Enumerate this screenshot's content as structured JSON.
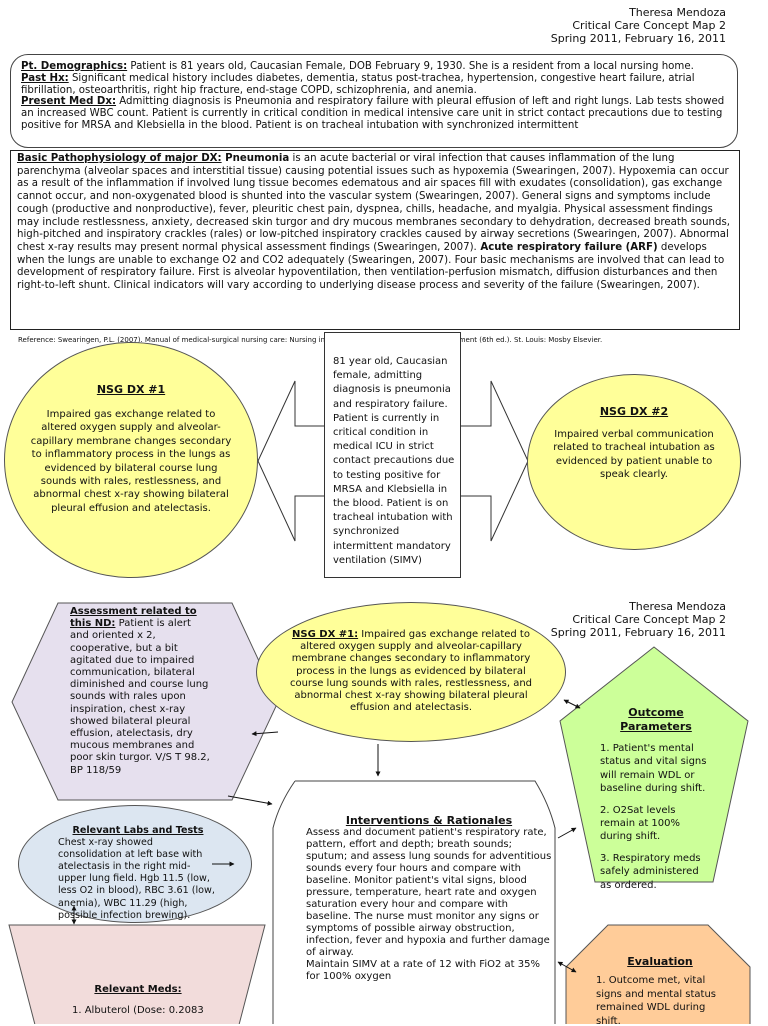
{
  "header_top": {
    "name": "Theresa Mendoza",
    "course": "Critical Care Concept Map 2",
    "term": "Spring 2011, February 16, 2011"
  },
  "header_bottom": {
    "name": "Theresa Mendoza",
    "course": "Critical Care Concept Map 2",
    "term": "Spring 2011, February 16, 2011"
  },
  "demographics": {
    "demo_label": "Pt. Demographics:",
    "demo_text": " Patient is 81 years old, Caucasian Female, DOB February 9, 1930.  She is a resident from a local nursing home.",
    "pasthx_label": "Past Hx:",
    "pasthx_text": " Significant medical history includes diabetes, dementia, status post-trachea, hypertension, congestive heart failure, atrial fibrillation, osteoarthritis, right hip fracture, end-stage COPD, schizophrenia, and anemia.",
    "presentdx_label": "Present Med Dx:",
    "presentdx_text": " Admitting diagnosis is Pneumonia and respiratory failure with pleural effusion of left and right lungs.  Lab tests showed an increased WBC count.  Patient is currently in critical condition in medical intensive care unit in strict contact precautions due to testing positive for MRSA and Klebsiella in the blood.  Patient is on tracheal intubation with synchronized intermittent"
  },
  "pathophysiology": {
    "label": "Basic Pathophysiology of major DX:",
    "pneumonia": " Pneumonia",
    "text1": " is an acute bacterial or viral infection that causes inflammation of the lung parenchyma (alveolar spaces and interstitial tissue) causing potential issues such as hypoxemia (Swearingen, 2007).  Hypoxemia can occur as a result of the inflammation if involved lung tissue becomes edematous and air spaces fill with exudates (consolidation), gas exchange cannot occur, and non-oxygenated blood is shunted into the vascular system (Swearingen, 2007).  General signs and symptoms include cough (productive and nonproductive), fever, pleuritic chest pain, dyspnea, chills, headache, and myalgia.  Physical assessment findings may include restlessness, anxiety, decreased skin turgor and dry mucous membranes secondary to dehydration, decreased breath sounds, high-pitched and inspiratory crackles (rales) or low-pitched inspiratory crackles caused by airway secretions (Swearingen, 2007).  Abnormal chest x-ray results may present normal physical assessment findings (Swearingen, 2007).",
    "arf": "  Acute respiratory failure (ARF)",
    "text2": " develops when the lungs are unable to exchange O2 and CO2 adequately (Swearingen, 2007).  Four basic mechanisms are involved that can lead to development of respiratory failure.  First is alveolar hypoventilation, then ventilation-perfusion mismatch, diffusion disturbances and then right-to-left shunt.  Clinical indicators will vary according to underlying disease process and severity of the failure (Swearingen, 2007)."
  },
  "reference": {
    "text": "Reference: Swearingen, P.L. (2007). Manual of medical-surgical nursing care: Nursing interventions and collaborative management (6",
    "sup": "th",
    "text2": " ed.). St. Louis: Mosby Elsevier."
  },
  "center_box": {
    "text": "81 year old, Caucasian female, admitting diagnosis is pneumonia and respiratory failure. Patient is currently in critical condition in medical ICU in strict contact precautions due to testing positive for MRSA and Klebsiella in the blood.  Patient is on tracheal intubation with synchronized intermittent mandatory ventilation (SIMV)"
  },
  "nsg_dx1_top": {
    "title": "NSG DX #1",
    "text": "Impaired gas exchange related to altered oxygen supply and alveolar-capillary membrane changes secondary to inflammatory process in the lungs as evidenced by bilateral course lung sounds with rales, restlessness, and abnormal chest x-ray showing bilateral pleural effusion and atelectasis."
  },
  "nsg_dx2": {
    "title": "NSG DX #2",
    "text": "Impaired verbal communication related to tracheal intubation as evidenced by patient unable to speak clearly."
  },
  "nsg_dx1_bottom": {
    "title": "NSG DX #1:",
    "text": " Impaired gas exchange related to altered oxygen supply and alveolar-capillary membrane changes secondary to inflammatory process in the lungs as evidenced by bilateral course lung sounds with rales, restlessness, and abnormal chest x-ray showing bilateral pleural effusion and atelectasis."
  },
  "assessment": {
    "title": "Assessment related to this ND:",
    "text": "   Patient is alert and oriented x 2, cooperative,  but a bit agitated due to impaired communication, bilateral diminished and course lung sounds with rales upon inspiration, chest x-ray showed  bilateral pleural effusion, atelectasis,  dry mucous membranes and poor skin turgor. V/S T 98.2, BP 118/59"
  },
  "labs": {
    "title": "Relevant Labs and Tests",
    "text": "Chest x-ray showed consolidation at left base with atelectasis in the right mid-upper lung field.  Hgb 11.5 (low, less O2 in blood), RBC 3.61 (low, anemia), WBC 11.29 (high, possible infection brewing)."
  },
  "meds": {
    "title": "Relevant Meds:",
    "item1": "1. Albuterol (Dose: 0.2083"
  },
  "interventions": {
    "title": "Interventions & Rationales",
    "text": "Assess and document patient's respiratory rate, pattern, effort and depth; breath sounds; sputum; and assess lung sounds for adventitious sounds every four hours and compare with baseline.  Monitor patient's vital signs, blood pressure, temperature, heart rate and oxygen saturation every hour and compare with baseline.  The nurse must monitor any signs or symptoms of possible airway obstruction, infection, fever and hypoxia and further damage of airway.\nMaintain SIMV at a rate of 12 with FiO2 at 35% for 100% oxygen"
  },
  "outcome": {
    "title": "Outcome Parameters",
    "item1": "1. Patient's mental status and vital signs will remain WDL or baseline during shift.",
    "item2": "2. O2Sat levels remain at 100% during shift.",
    "item3": "3. Respiratory meds safely administered as ordered."
  },
  "evaluation": {
    "title": "Evaluation",
    "text": "1. Outcome met, vital signs and mental status remained WDL during shift."
  },
  "colors": {
    "yellow": "#ffff99",
    "lavender": "#e6e0ee",
    "blue": "#dce6f1",
    "pink": "#f2dcdb",
    "green": "#ccff99",
    "orange": "#ffcc99"
  }
}
